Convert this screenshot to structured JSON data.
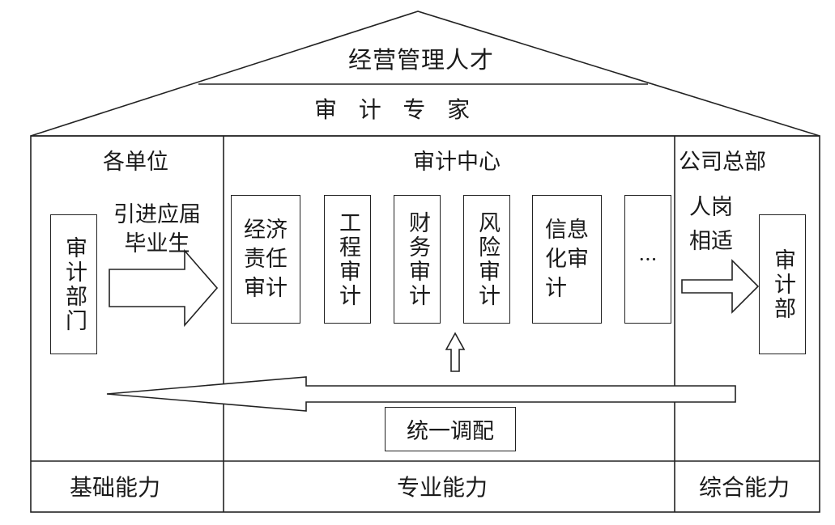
{
  "roof": {
    "top_label": "经营管理人才",
    "expert_label": "审   计   专   家"
  },
  "columns": {
    "left": {
      "header": "各单位",
      "dept_box": "审计部门",
      "arrow_label": "引进应届\n毕业生",
      "footer": "基础能力"
    },
    "center": {
      "header": "审计中心",
      "boxes": [
        "经济\n责任\n审计",
        "工程审计",
        "财务审计",
        "风险审计",
        "信息\n化审\n计",
        "···"
      ],
      "coordination": "统一调配",
      "footer": "专业能力"
    },
    "right": {
      "header": "公司总部",
      "fit_label": "人岗\n相适",
      "dept_box": "审计部",
      "footer": "综合能力"
    }
  }
}
